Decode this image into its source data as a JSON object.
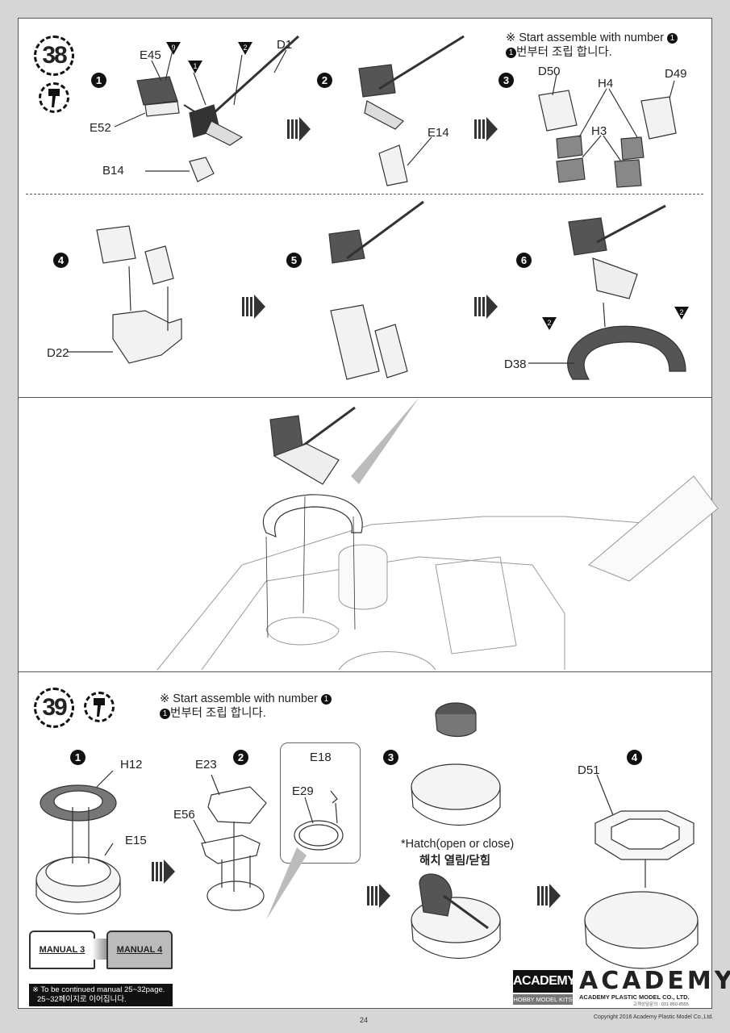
{
  "step38": {
    "number": "38",
    "note_en": "Start assemble with number",
    "note_ko": "번부터 조립 합니다.",
    "note_mark": "※",
    "sub_steps": [
      "1",
      "2",
      "3",
      "4",
      "5",
      "6"
    ],
    "labels": {
      "E45": "E45",
      "E52": "E52",
      "D1": "D1",
      "B14": "B14",
      "E14": "E14",
      "D50": "D50",
      "D49": "D49",
      "H4": "H4",
      "H3": "H3",
      "D22": "D22",
      "D38": "D38"
    },
    "markers": [
      "9",
      "1",
      "2",
      "2",
      "2"
    ]
  },
  "step39": {
    "number": "39",
    "note_en": "Start assemble with number",
    "note_ko": "번부터 조립 합니다.",
    "note_mark": "※",
    "sub_steps": [
      "1",
      "2",
      "3",
      "4"
    ],
    "labels": {
      "H12": "H12",
      "E15": "E15",
      "E23": "E23",
      "E56": "E56",
      "E18": "E18",
      "E29": "E29",
      "D51": "D51"
    },
    "hatch_en": "*Hatch(open or close)",
    "hatch_ko": "해치 열림/닫힘"
  },
  "manual": {
    "from": "MANUAL 3",
    "to": "MANUAL 4",
    "continued_en": "※ To be continued manual 25~32page.",
    "continued_ko": "25~32페이지로 이어집니다."
  },
  "branding": {
    "logo_top": "ACADEMY",
    "logo_sub": "HOBBY MODEL KITS",
    "wordmark": "ACADEMY",
    "company": "ACADEMY PLASTIC MODEL CO., LTD.",
    "phone": "고객상담문의 : 031-850-8555"
  },
  "footer": {
    "page_number": "24",
    "copyright": "Copyright 2016 Academy Plastic Model Co.,Ltd."
  }
}
